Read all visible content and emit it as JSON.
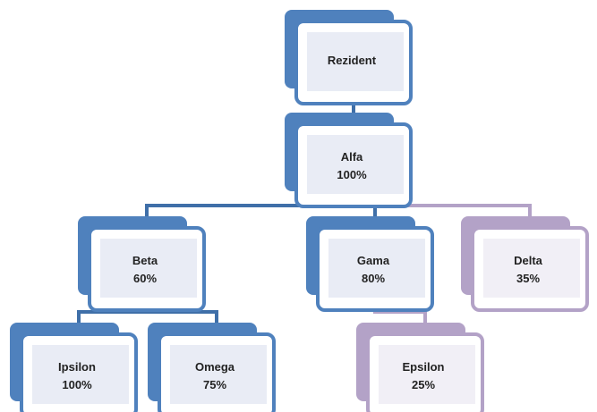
{
  "colors": {
    "blue_dark": "#4f81bd",
    "blue_line": "#3f6fa8",
    "purple": "#b3a2c7",
    "inner_fill": "#e9ecf5",
    "inner_fill_purple": "#f1eff6"
  },
  "nodes": [
    {
      "id": "rezident",
      "title": "Rezident",
      "value": "",
      "theme": "blue"
    },
    {
      "id": "alfa",
      "title": "Alfa",
      "value": "100%",
      "theme": "blue"
    },
    {
      "id": "beta",
      "title": "Beta",
      "value": "60%",
      "theme": "blue"
    },
    {
      "id": "gama",
      "title": "Gama",
      "value": "80%",
      "theme": "blue"
    },
    {
      "id": "delta",
      "title": "Delta",
      "value": "35%",
      "theme": "purple"
    },
    {
      "id": "ipsilon",
      "title": "Ipsilon",
      "value": "100%",
      "theme": "blue"
    },
    {
      "id": "omega",
      "title": "Omega",
      "value": "75%",
      "theme": "blue"
    },
    {
      "id": "epsilon",
      "title": "Epsilon",
      "value": "25%",
      "theme": "purple"
    }
  ],
  "edges": [
    {
      "from": "rezident",
      "to": "alfa",
      "theme": "blue"
    },
    {
      "from": "alfa",
      "to": "beta",
      "theme": "blue"
    },
    {
      "from": "alfa",
      "to": "gama",
      "theme": "blue"
    },
    {
      "from": "alfa",
      "to": "delta",
      "theme": "purple"
    },
    {
      "from": "beta",
      "to": "ipsilon",
      "theme": "blue"
    },
    {
      "from": "beta",
      "to": "omega",
      "theme": "blue"
    },
    {
      "from": "gama",
      "to": "epsilon",
      "theme": "purple"
    }
  ]
}
